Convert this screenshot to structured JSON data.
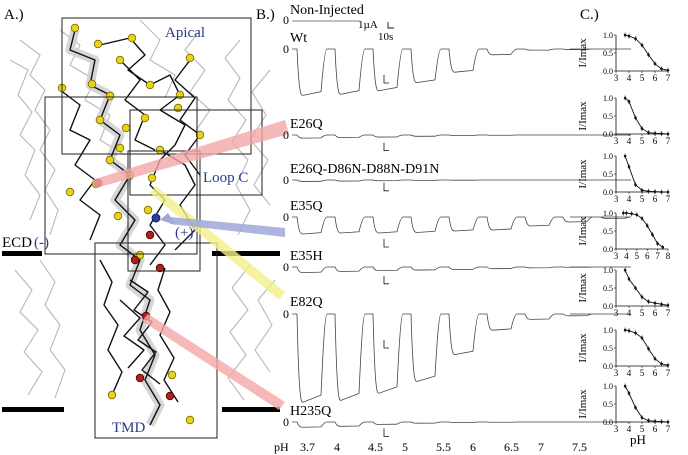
{
  "panels": {
    "a_label": "A.)",
    "b_label": "B.)",
    "c_label": "C.)"
  },
  "structure": {
    "box_apical": "Apical",
    "box_loop_c": "Loop C",
    "box_tmd": "TMD",
    "ecd_label": "ECD",
    "minus_label": "(-)",
    "plus_label": "(+)"
  },
  "traces": {
    "header": "Non-Injected",
    "scale_current": "1µA",
    "scale_time": "10s",
    "zero_label": "0",
    "rows": [
      {
        "label": "Wt",
        "responses": [
          0.8,
          0.78,
          0.72,
          0.58,
          0.4,
          0.1,
          0.02,
          0.01,
          0.0
        ]
      },
      {
        "label": "E26Q",
        "responses": [
          0.12,
          0.1,
          0.08,
          0.05,
          0.02,
          0.01,
          0.0,
          0.0,
          0.0
        ]
      },
      {
        "label": "E26Q-D86N-D88N-D91N",
        "responses": [
          0.08,
          0.06,
          0.04,
          0.02,
          0.01,
          0.0,
          0.0,
          0.0,
          0.0
        ]
      },
      {
        "label": "E35Q",
        "responses": [
          0.34,
          0.32,
          0.32,
          0.31,
          0.28,
          0.26,
          0.18,
          0.1,
          0.03
        ]
      },
      {
        "label": "E35H",
        "responses": [
          0.2,
          0.16,
          0.13,
          0.11,
          0.09,
          0.06,
          0.03,
          0.01,
          0.0
        ]
      },
      {
        "label": "E82Q",
        "responses": [
          0.98,
          0.96,
          0.88,
          0.75,
          0.45,
          0.18,
          0.06,
          0.02,
          0.0
        ]
      },
      {
        "label": "H235Q",
        "responses": [
          0.22,
          0.18,
          0.1,
          0.05,
          0.02,
          0.01,
          0.0,
          0.0,
          0.0
        ]
      }
    ],
    "ph_axis_label": "pH",
    "ph_ticks": [
      "3.7",
      "4",
      "4.5",
      "5",
      "5.5",
      "6",
      "6.5",
      "7",
      "7.5"
    ]
  },
  "chart_data": [
    {
      "type": "line",
      "ylabel": "I/Imax",
      "xlim": [
        3,
        7
      ],
      "ylim": [
        0,
        1.0
      ],
      "x": [
        3.7,
        4.0,
        4.5,
        5.0,
        5.5,
        6.0,
        6.5,
        7.0
      ],
      "y": [
        1.0,
        0.97,
        0.9,
        0.72,
        0.45,
        0.2,
        0.06,
        0.02
      ]
    },
    {
      "type": "line",
      "ylabel": "I/Imax",
      "xlim": [
        3,
        7
      ],
      "ylim": [
        0,
        1.0
      ],
      "x": [
        3.7,
        4.0,
        4.5,
        5.0,
        5.5,
        6.0,
        6.5,
        7.0
      ],
      "y": [
        1.0,
        0.9,
        0.45,
        0.15,
        0.04,
        0.02,
        0.01,
        0.0
      ]
    },
    {
      "type": "line",
      "ylabel": "I/Imax",
      "xlim": [
        3,
        7
      ],
      "ylim": [
        0,
        1.0
      ],
      "x": [
        3.7,
        4.0,
        4.5,
        5.0,
        5.5,
        6.0,
        6.5,
        7.0
      ],
      "y": [
        1.0,
        0.7,
        0.2,
        0.05,
        0.02,
        0.01,
        0.0,
        0.0
      ]
    },
    {
      "type": "line",
      "ylabel": "I/Imax",
      "xlim": [
        3,
        8
      ],
      "ylim": [
        0,
        1.0
      ],
      "x": [
        3.7,
        4.0,
        4.5,
        5.0,
        5.5,
        6.0,
        6.5,
        7.0,
        7.5
      ],
      "y": [
        1.0,
        1.0,
        0.98,
        0.95,
        0.85,
        0.65,
        0.4,
        0.15,
        0.05
      ]
    },
    {
      "type": "line",
      "ylabel": "I/Imax",
      "xlim": [
        3,
        7
      ],
      "ylim": [
        0,
        1.0
      ],
      "x": [
        3.7,
        4.0,
        4.5,
        5.0,
        5.5,
        6.0,
        6.5,
        7.0
      ],
      "y": [
        1.0,
        0.75,
        0.5,
        0.25,
        0.12,
        0.08,
        0.05,
        0.02
      ]
    },
    {
      "type": "line",
      "ylabel": "I/Imax",
      "xlim": [
        3,
        7
      ],
      "ylim": [
        0,
        1.0
      ],
      "x": [
        3.7,
        4.0,
        4.5,
        5.0,
        5.5,
        6.0,
        6.5,
        7.0
      ],
      "y": [
        1.0,
        0.98,
        0.92,
        0.78,
        0.48,
        0.2,
        0.06,
        0.02
      ]
    },
    {
      "type": "line",
      "ylabel": "I/Imax",
      "xlabel": "pH",
      "xlim": [
        3,
        7
      ],
      "ylim": [
        0,
        1.0
      ],
      "xticks": [
        "3",
        "4",
        "5",
        "6",
        "7"
      ],
      "x": [
        3.7,
        4.0,
        4.5,
        5.0,
        5.5,
        6.0,
        6.5,
        7.0
      ],
      "y": [
        1.0,
        0.8,
        0.4,
        0.12,
        0.04,
        0.02,
        0.01,
        0.0
      ]
    }
  ]
}
